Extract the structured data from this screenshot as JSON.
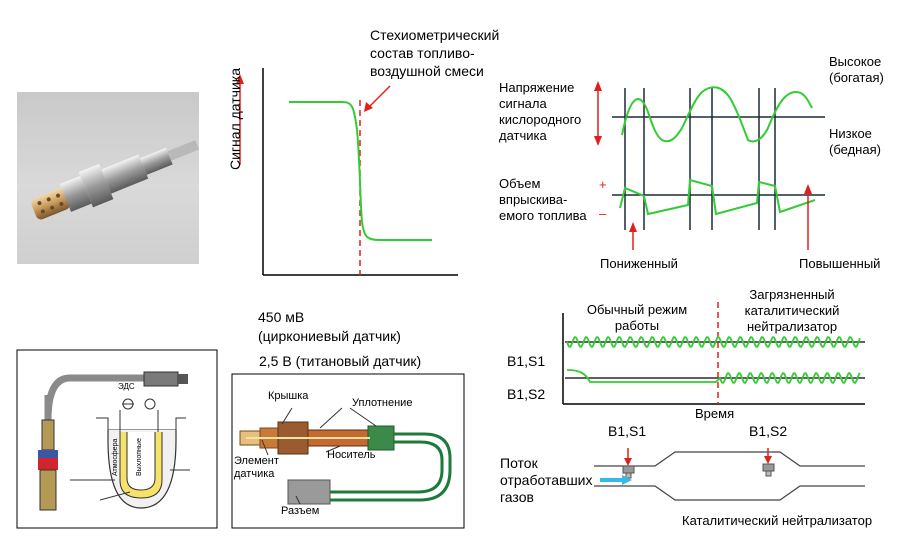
{
  "colors": {
    "signal": "#33cc33",
    "accent": "#e0201b",
    "exhaust": "#39b8e8",
    "wire": "#1e7a3a"
  },
  "graph1": {
    "annotation": "Стехиометрический\nсостав топливо-\nвоздушной смеси",
    "ylabel": "Сигнал датчика"
  },
  "graph2": {
    "voltage_label": "Напряжение\nсигнала\nкислородного\nдатчика",
    "high": "Высокое\n(богатая)",
    "low": "Низкое\n(бедная)",
    "injection_label": "Объем\nвпрыскива-\nемого топлива",
    "plus": "+",
    "minus": "–",
    "reduced": "Пониженный",
    "increased": "Повышенный"
  },
  "volt_labels": {
    "zirconia_value": "450 мВ",
    "zirconia_type": "(циркониевый датчик)",
    "titania": "2,5 В (титановый датчик)"
  },
  "schematic": {
    "eds": "ЭДС",
    "left_label": "Атмосфера",
    "right_label": "Выхлопные"
  },
  "titanium_sensor": {
    "cover": "Крышка",
    "seal": "Уплотнение",
    "element": "Элемент\nдатчика",
    "carrier": "Носитель",
    "connector": "Разъем"
  },
  "graph3": {
    "normal": "Обычный режим\nработы",
    "contaminated": "Загрязненный\nкаталитический\nнейтрализатор",
    "b1s1": "B1,S1",
    "b1s2": "B1,S2",
    "time": "Время"
  },
  "catalyst": {
    "b1s1": "B1,S1",
    "b1s2": "B1,S2",
    "flow": "Поток\nотработавших\nгазов",
    "name": "Каталитический нейтрализатор"
  }
}
